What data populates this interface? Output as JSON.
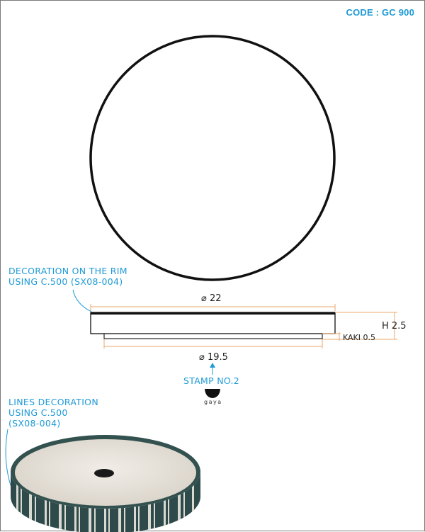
{
  "header": {
    "code": "CODE : GC 900"
  },
  "annotations": {
    "rim_decoration": {
      "line1": "DECORATION ON THE RIM",
      "line2": "USING C.500 (SX08-004)"
    },
    "stamp": "STAMP NO.2",
    "stamp_logo_text": "gaya",
    "lines_decoration": {
      "line1": "LINES DECORATION",
      "line2": "USING C.500",
      "line3": "(SX08-004)"
    }
  },
  "dimensions": {
    "top_diameter": "⌀ 22",
    "base_diameter": "⌀ 19.5",
    "height": "H 2.5",
    "kaki": "KAKI 0.5"
  },
  "colors": {
    "accent": "#1e9ad6",
    "dimension_line": "#e8a86a",
    "outline": "#111111",
    "glaze": "#e9e4dc",
    "decoration": "#2e4a4a"
  }
}
